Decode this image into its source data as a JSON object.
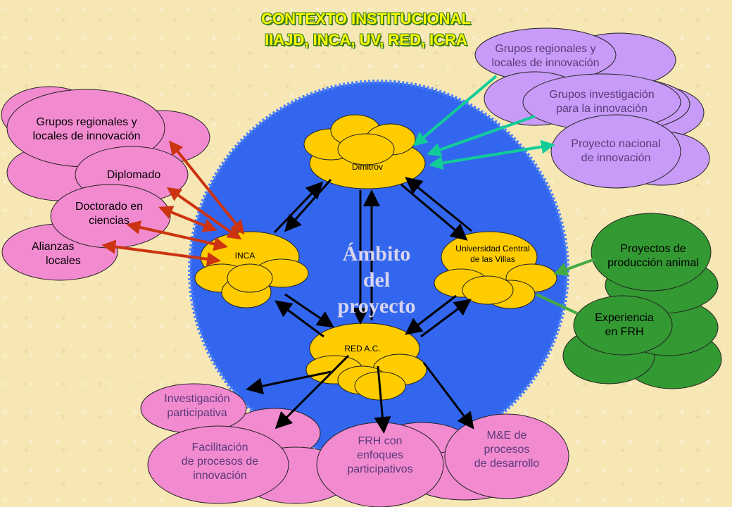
{
  "title": {
    "line1": "CONTEXTO INSTITUCIONAL",
    "line2": "IIAJD, INCA, UV, RED, ICRA"
  },
  "center": {
    "line1": "Ámbito",
    "line2": "del",
    "line3": "proyecto"
  },
  "hubs": {
    "dimitrov": "Dimitrov",
    "inca": "INCA",
    "uv_line1": "Universidad Central",
    "uv_line2": "de las Villas",
    "red": "RED A.C."
  },
  "left_pink": {
    "grupos_line1": "Grupos regionales y",
    "grupos_line2": "locales de innovación",
    "diplomado": "Diplomado",
    "doctorado_line1": "Doctorado en",
    "doctorado_line2": "ciencias",
    "alianzas_line1": "Alianzas",
    "alianzas_line2": "locales"
  },
  "right_purple": {
    "grupos_reg_line1": "Grupos regionales y",
    "grupos_reg_line2": "locales de innovación",
    "grupos_inv_line1": "Grupos investigación",
    "grupos_inv_line2": "para la innovación",
    "proyecto_line1": "Proyecto nacional",
    "proyecto_line2": "de innovación"
  },
  "right_green": {
    "produccion_line1": "Proyectos de",
    "produccion_line2": "producción animal",
    "experiencia_line1": "Experiencia",
    "experiencia_line2": "en FRH"
  },
  "bottom_pink": {
    "investigacion_line1": "Investigación",
    "investigacion_line2": "participativa",
    "facilitacion_line1": "Facilitación",
    "facilitacion_line2": "de procesos de",
    "facilitacion_line3": "innovación",
    "frh_line1": "FRH con",
    "frh_line2": "enfoques",
    "frh_line3": "participativos",
    "me_line1": "M&E de",
    "me_line2": "procesos",
    "me_line3": "de desarrollo"
  },
  "colors": {
    "center_circle": "#3366ee",
    "hub_fill": "#ffcc00",
    "pink": "#f28ad0",
    "purple": "#c79bf7",
    "green": "#339933",
    "red_arrow": "#cc3311",
    "teal_arrow": "#11cc99",
    "green_arrow": "#44aa44",
    "black_arrow": "#000000"
  }
}
